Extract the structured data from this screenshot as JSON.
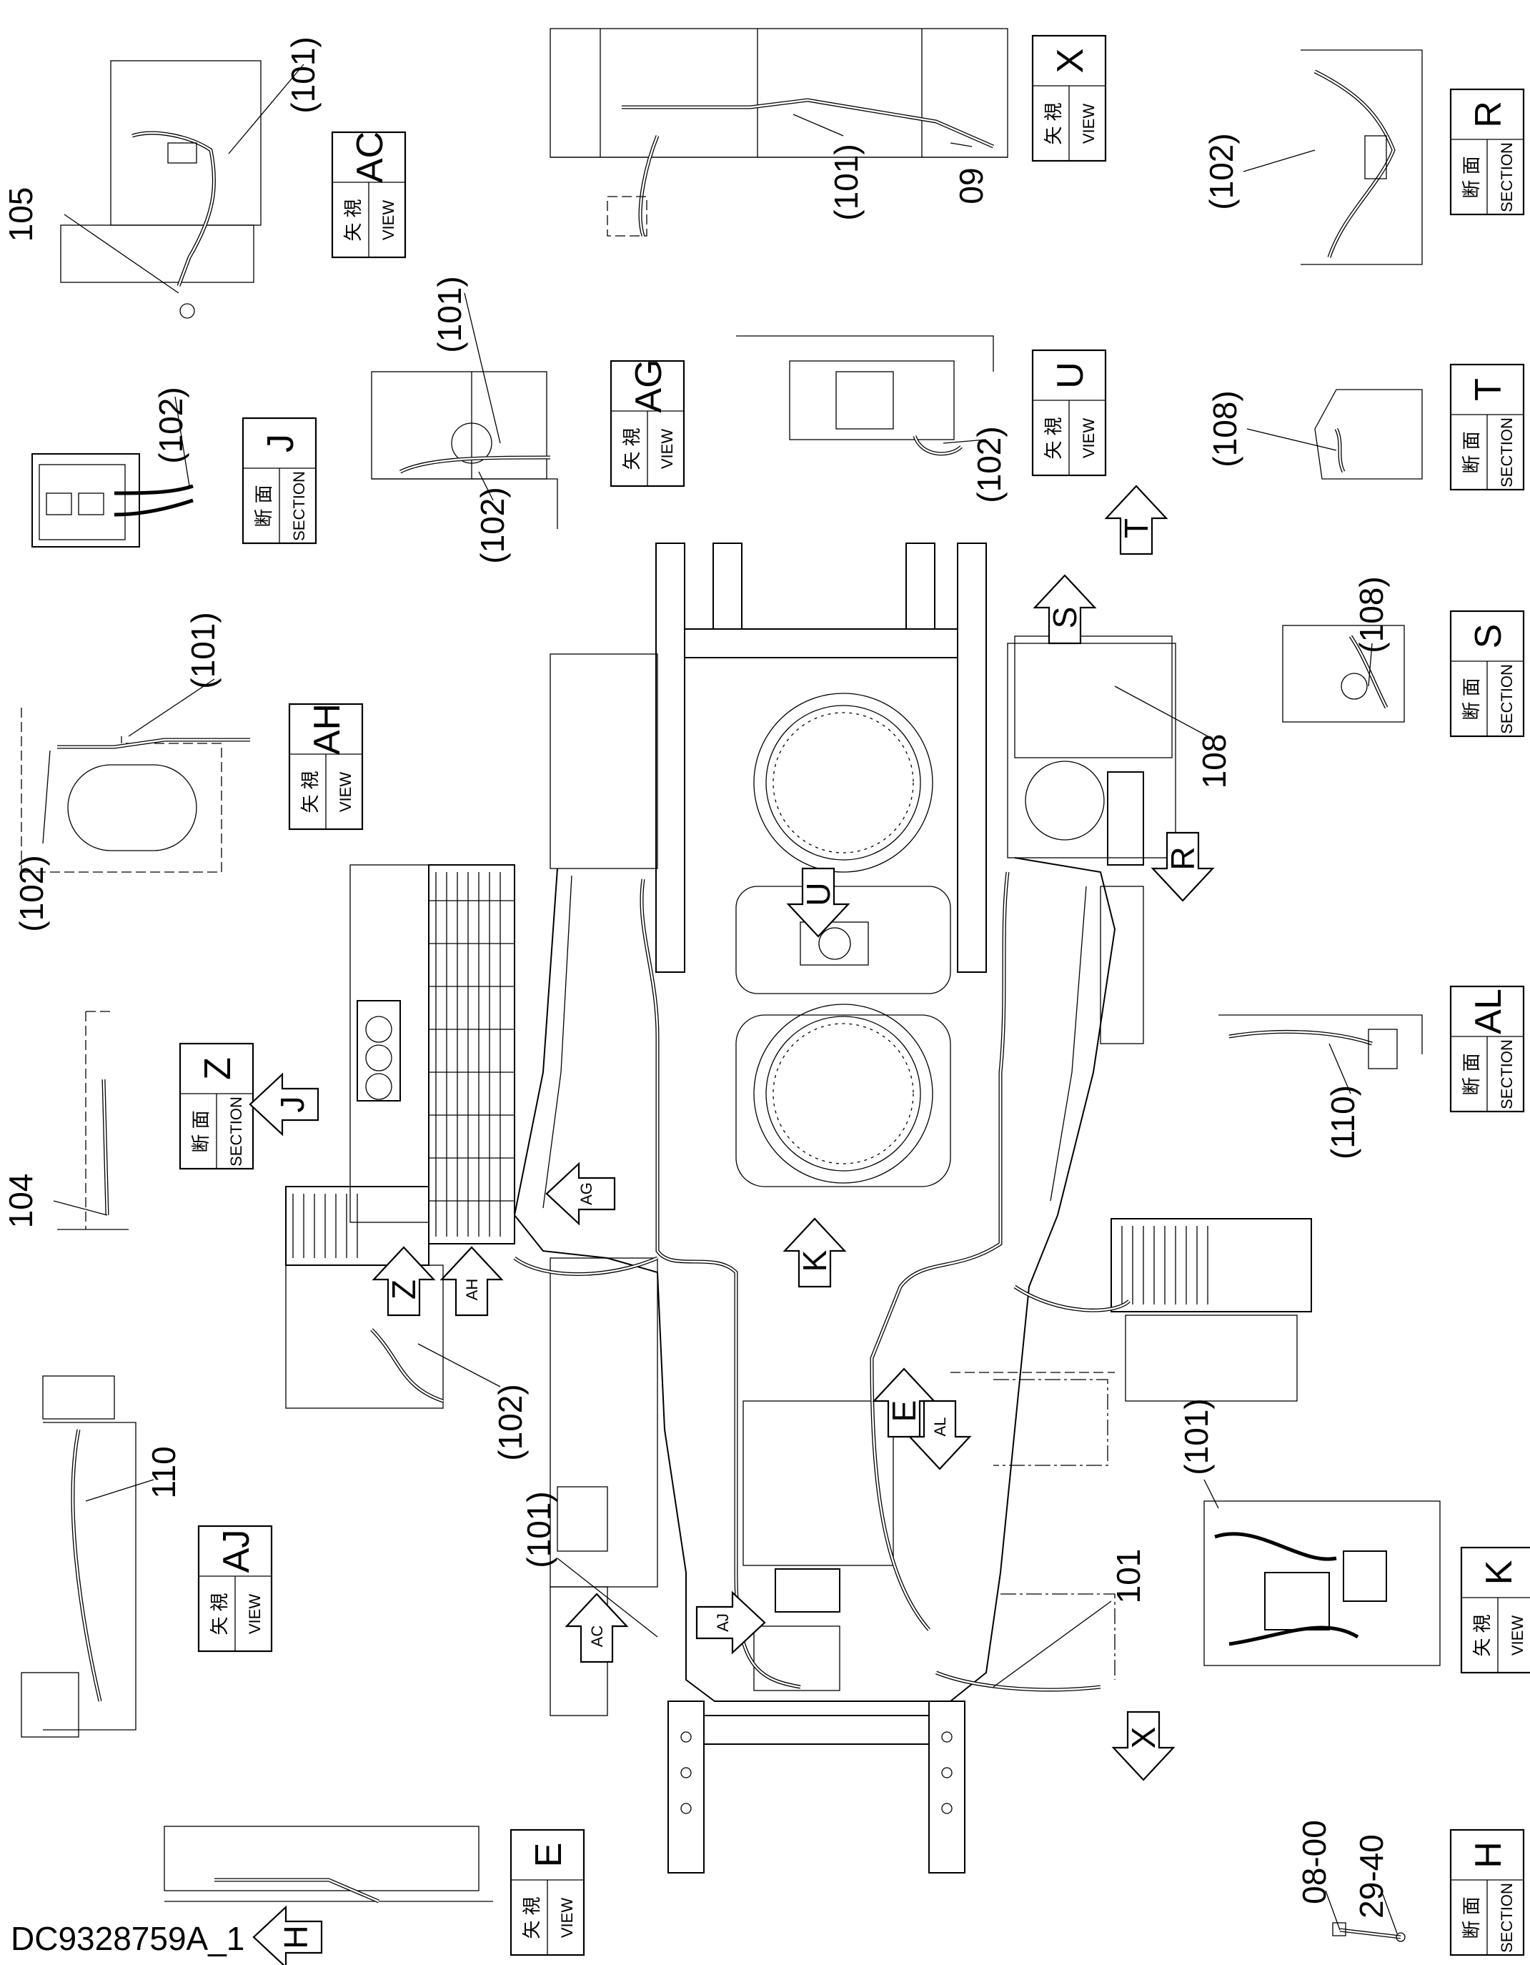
{
  "drawing_number": "DC9328759A_1",
  "callouts": {
    "c101": "(101)",
    "c102": "(102)",
    "c108": "(108)",
    "c110": "(110)",
    "n101": "101",
    "n104": "104",
    "n105": "105",
    "n108": "108",
    "n110": "110",
    "n0800": "08-00",
    "n2940": "29-40",
    "n09": "09"
  },
  "labels": {
    "view_jp": "矢 視",
    "view_en": "VIEW",
    "section_jp": "断 面",
    "section_en": "SECTION"
  },
  "blocks": {
    "AC": "AC",
    "X": "X",
    "R": "R",
    "AG": "AG",
    "U": "U",
    "J": "J",
    "T": "T",
    "AH": "AH",
    "S": "S",
    "Z": "Z",
    "AL": "AL",
    "AJ": "AJ",
    "K": "K",
    "E": "E",
    "H": "H"
  },
  "arrows": {
    "T": "T",
    "S": "S",
    "R": "R",
    "U": "U",
    "J": "J",
    "AG": "AG",
    "K": "K",
    "Z": "Z",
    "AH": "AH",
    "E": "E",
    "AL": "AL",
    "AJ": "AJ",
    "AC": "AC",
    "X": "X",
    "H": "H"
  }
}
